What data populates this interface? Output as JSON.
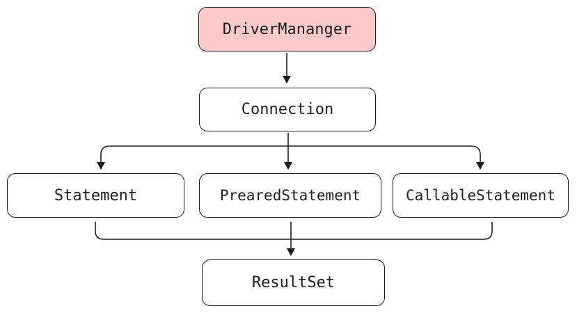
{
  "diagram": {
    "nodes": {
      "driver_manager": {
        "label": "DriverMananger",
        "fill": "#ffc9c9"
      },
      "connection": {
        "label": "Connection"
      },
      "statement": {
        "label": "Statement"
      },
      "prepared_statement": {
        "label": "PrearedStatement"
      },
      "callable_statement": {
        "label": "CallableStatement"
      },
      "result_set": {
        "label": "ResultSet"
      }
    },
    "edges": [
      {
        "from": "DriverMananger",
        "to": "Connection"
      },
      {
        "from": "Connection",
        "to": "Statement"
      },
      {
        "from": "Connection",
        "to": "PrearedStatement"
      },
      {
        "from": "Connection",
        "to": "CallableStatement"
      },
      {
        "from": "Statement",
        "to": "ResultSet"
      },
      {
        "from": "PrearedStatement",
        "to": "ResultSet"
      },
      {
        "from": "CallableStatement",
        "to": "ResultSet"
      }
    ],
    "colors": {
      "stroke": "#1e1e1e",
      "background": "#ffffff"
    }
  }
}
